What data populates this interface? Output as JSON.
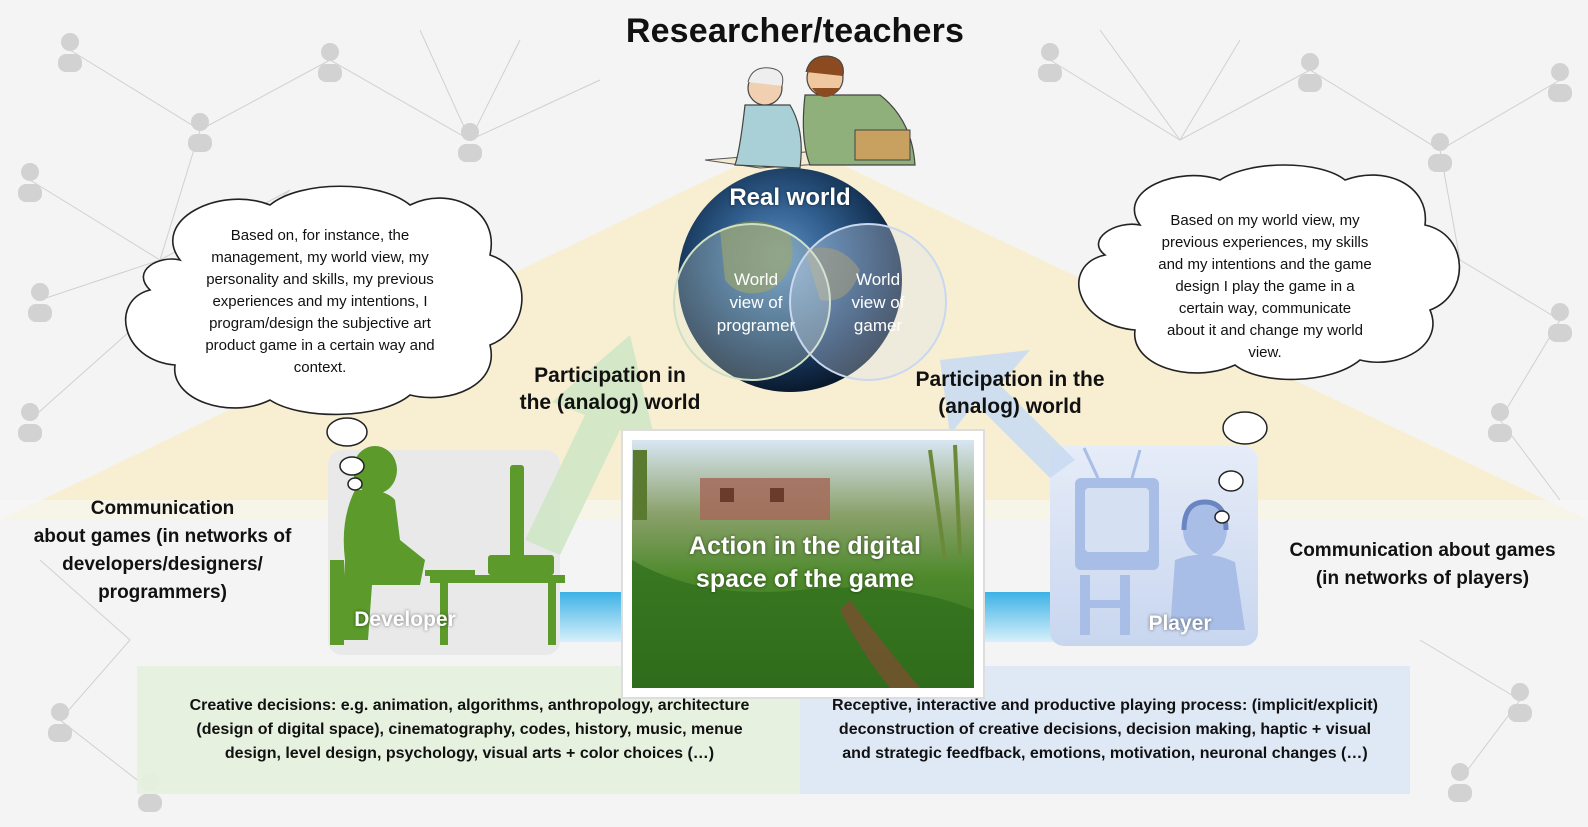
{
  "title": "Researcher/teachers",
  "real_world": "Real world",
  "venn": {
    "left": [
      "World",
      "view of",
      "programer"
    ],
    "right": [
      "World",
      "view of",
      "gamer"
    ]
  },
  "participation_left": [
    "Participation in",
    "the (analog) world"
  ],
  "participation_right": [
    "Participation in the",
    "(analog) world"
  ],
  "developer_thought": [
    "Based on, for instance, the",
    "management, my world view, my",
    "personality and skills, my previous",
    "experiences and my intentions, I",
    "program/design the subjective art",
    "product game in a certain way and",
    "context."
  ],
  "player_thought": [
    "Based on my world view, my",
    "previous experiences, my skills",
    "and my intentions and the game",
    "design I play the game in a",
    "certain way, communicate",
    "about it and change my world",
    "view."
  ],
  "communication_left": [
    "Communication",
    "about games (in networks of",
    "developers/designers/",
    "programmers)"
  ],
  "communication_right": [
    "Communication about games",
    "(in networks of players)"
  ],
  "developer_label": "Developer",
  "player_label": "Player",
  "game_caption": [
    "Action in the digital",
    "space of the game"
  ],
  "creative_decisions": [
    "Creative decisions: e.g. animation, algorithms, anthropology, architecture",
    "(design of digital space), cinematography, codes, history, music, menue",
    "design, level design, psychology, visual arts + color choices (…)"
  ],
  "playing_process": [
    "Receptive, interactive and productive playing process: (implicit/explicit)",
    "deconstruction of creative decisions, decision making, haptic + visual",
    "and strategic feedfback, emotions, motivation, neuronal changes (…)"
  ],
  "colors": {
    "developer_green": "#5b9a2b",
    "player_blue": "#a9bee6",
    "triangle_beige": "#f8edcc",
    "left_panel": "#e6f0de",
    "right_panel": "#dde8f5"
  }
}
